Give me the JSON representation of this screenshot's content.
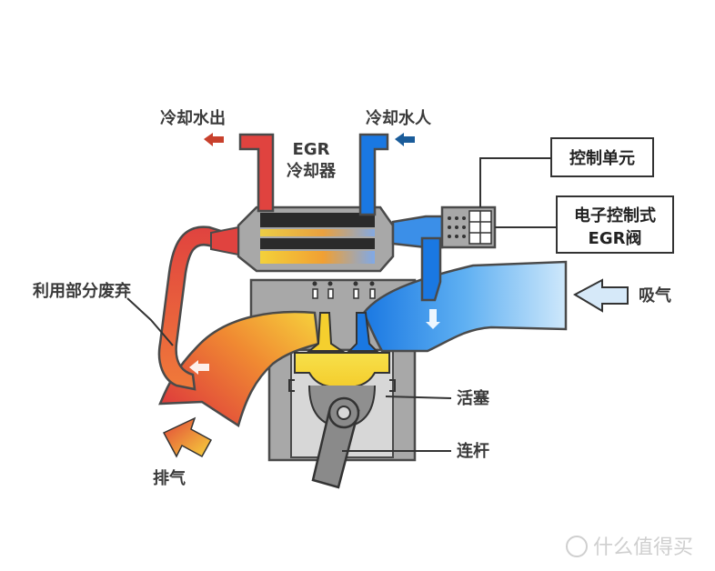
{
  "labels": {
    "coolant_out": "冷却水出",
    "coolant_in": "冷却水人",
    "egr_cooler_line1": "EGR",
    "egr_cooler_line2": "冷却器",
    "control_unit": "控制单元",
    "egr_valve_line1": "电子控制式",
    "egr_valve_line2": "EGR阀",
    "intake": "吸气",
    "recirculation": "利用部分废弃",
    "piston": "活塞",
    "connecting_rod": "连杆",
    "exhaust": "排气"
  },
  "watermark": {
    "text": "什么值得买"
  },
  "colors": {
    "hot": "#d9433a",
    "warm": "#f29a2e",
    "hot_yellow": "#f5d43a",
    "cold": "#1877e0",
    "cold_light": "#8cc4f4",
    "engine_gray": "#a9a9a9",
    "outline": "#4a4a4a",
    "arrow_out": "#c8402c",
    "arrow_in": "#1a5c9a"
  }
}
